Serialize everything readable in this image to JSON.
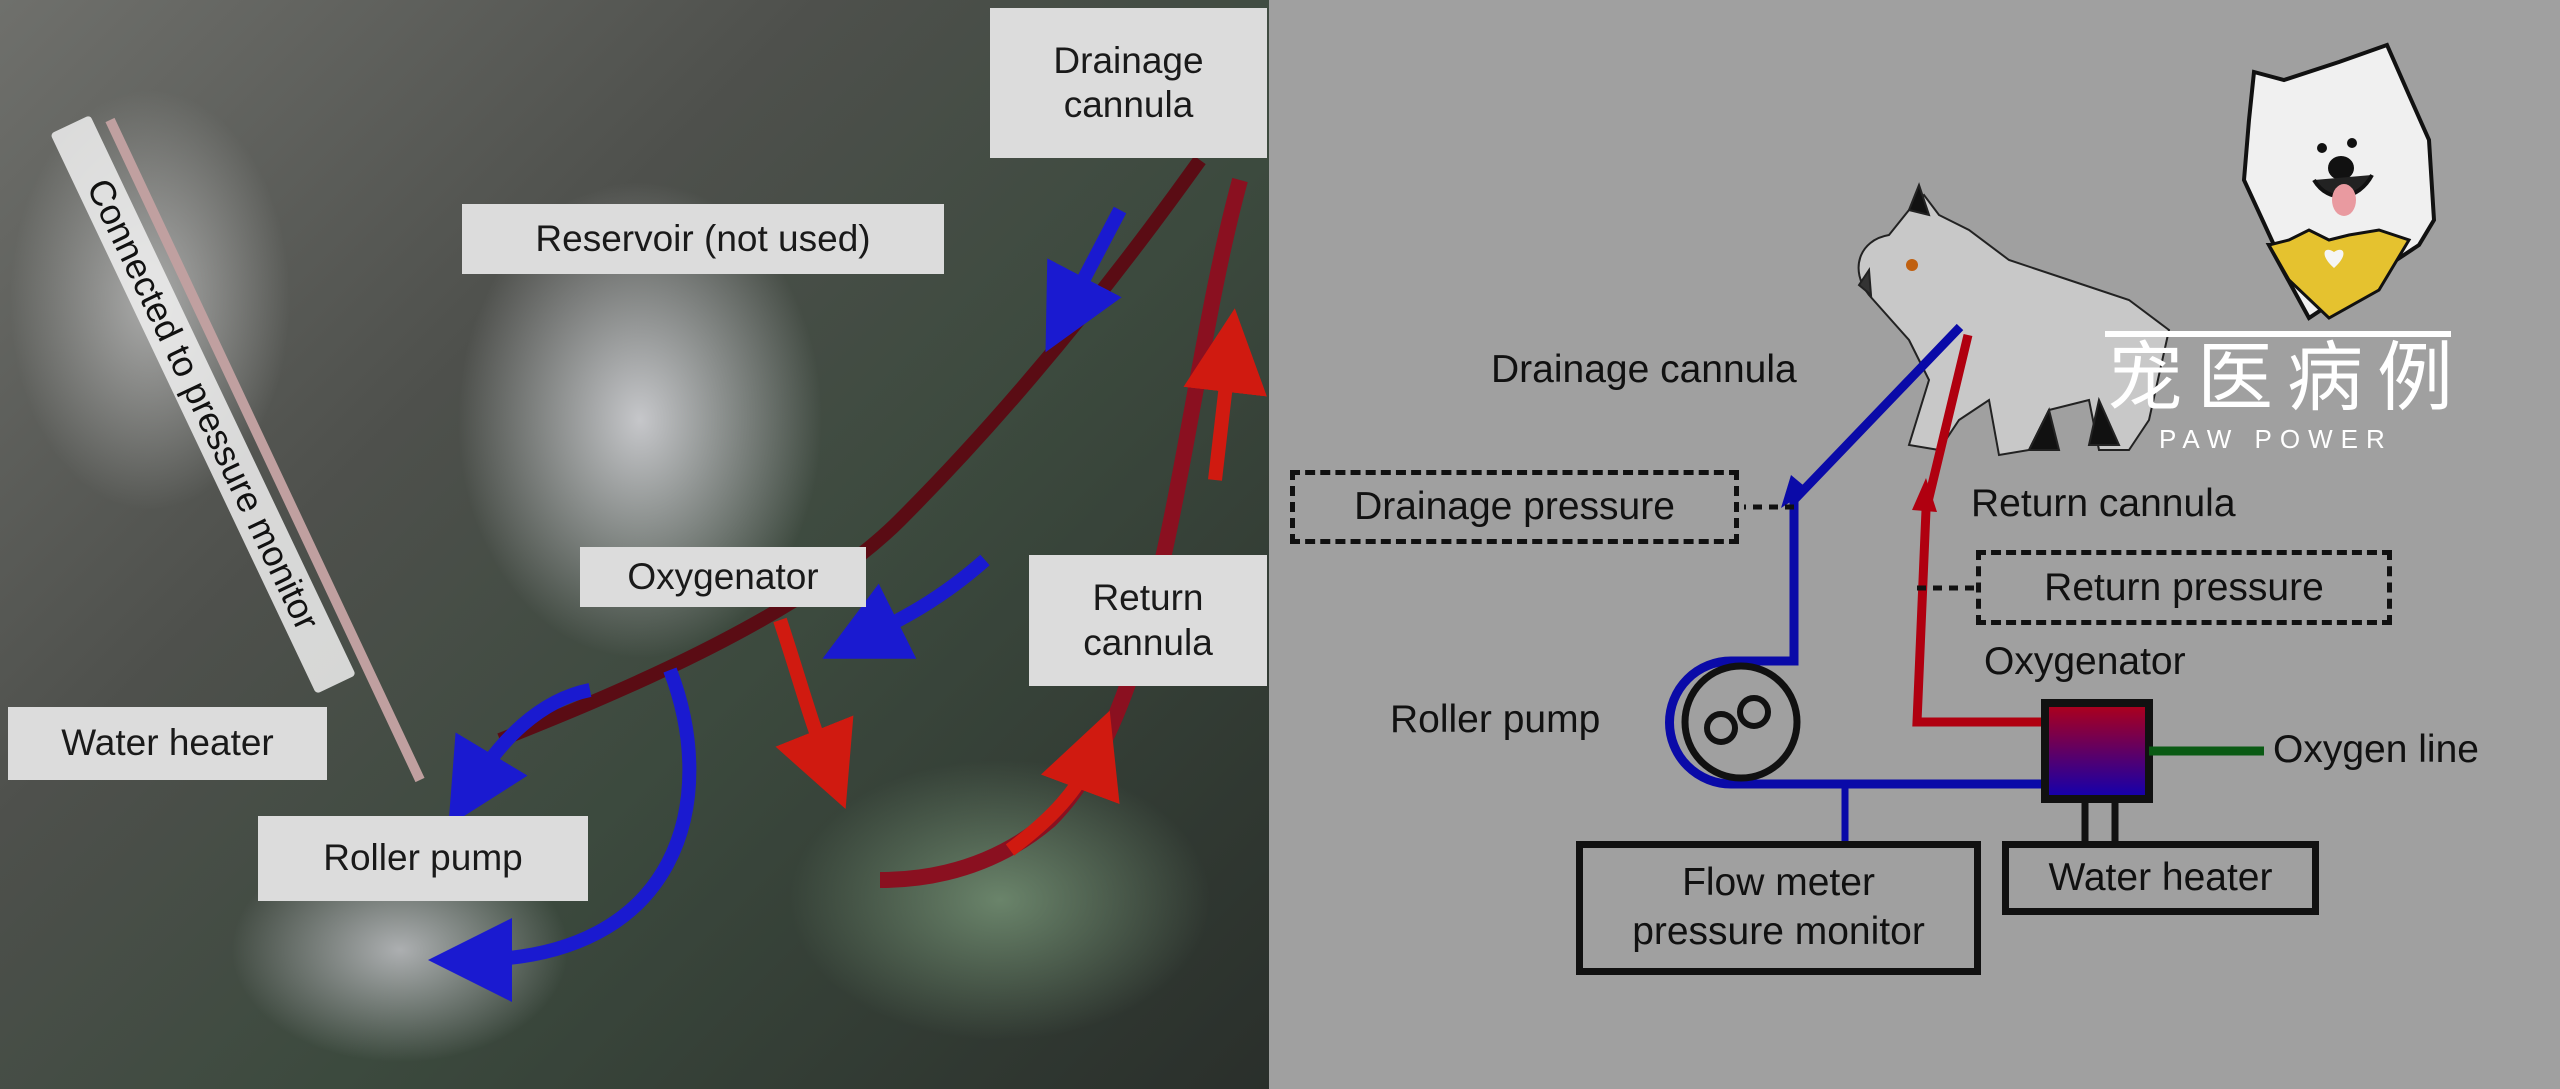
{
  "photo": {
    "labels": {
      "drainage_cannula": "Drainage\ncannula",
      "reservoir": "Reservoir (not used)",
      "pressure_monitor": "Connected to pressure monitor",
      "oxygenator": "Oxygenator",
      "return_cannula": "Return\ncannula",
      "water_heater": "Water heater",
      "roller_pump": "Roller pump"
    },
    "arrow_colors": {
      "drainage": "#1a1ad0",
      "return": "#d01a10"
    }
  },
  "diagram": {
    "drainage_cannula": "Drainage cannula",
    "drainage_pressure": "Drainage pressure",
    "return_cannula": "Return cannula",
    "return_pressure": "Return pressure",
    "oxygenator": "Oxygenator",
    "roller_pump": "Roller pump",
    "oxygen_line": "Oxygen line",
    "flow_meter_line1": "Flow meter",
    "flow_meter_line2": "pressure monitor",
    "water_heater": "Water heater",
    "colors": {
      "venous": "#0a0aa8",
      "arterial": "#b00010",
      "oxygen": "#0a5a14",
      "background": "#a0a0a0"
    }
  },
  "logo": {
    "chinese": "宠医病例",
    "english": "PAW POWER"
  }
}
